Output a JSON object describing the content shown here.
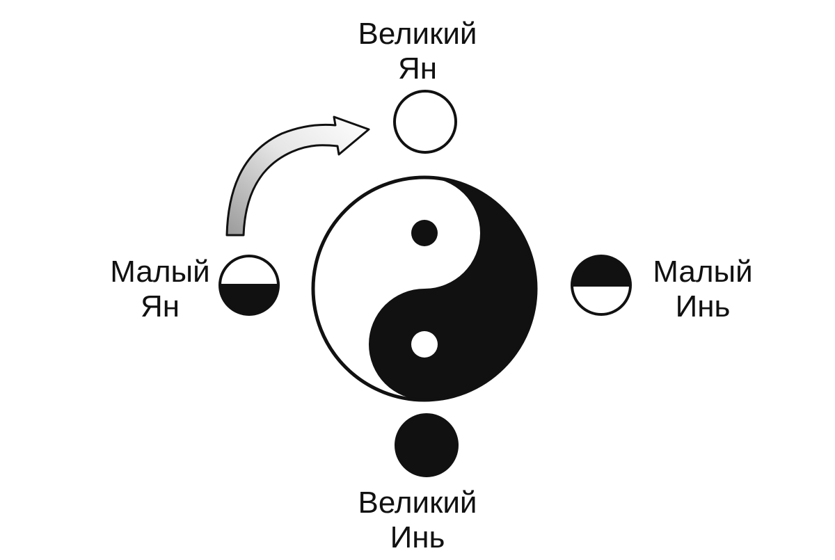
{
  "labels": {
    "great_yang": {
      "line1": "Великий",
      "line2": "Ян"
    },
    "great_yin": {
      "line1": "Великий",
      "line2": "Инь"
    },
    "lesser_yang": {
      "line1": "Малый",
      "line2": "Ян"
    },
    "lesser_yin": {
      "line1": "Малый",
      "line2": "Инь"
    }
  },
  "colors": {
    "background": "#ffffff",
    "ink": "#111111",
    "arrow_light": "#ffffff",
    "arrow_dark": "#9a9a9a"
  }
}
